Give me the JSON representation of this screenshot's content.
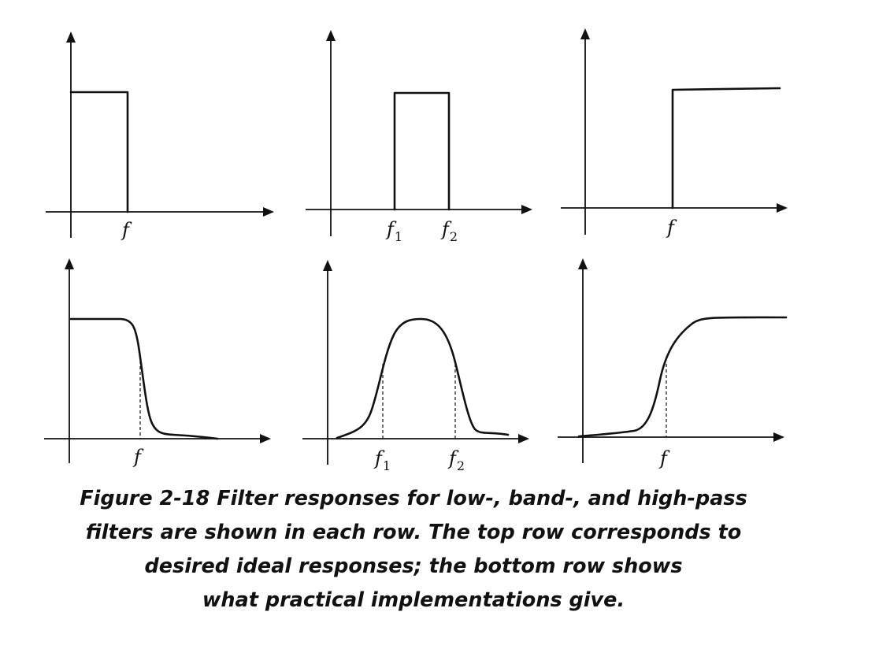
{
  "figure": {
    "panels": [
      {
        "id": "ideal-lowpass",
        "labels": [
          {
            "text": "f",
            "sub": ""
          }
        ]
      },
      {
        "id": "ideal-bandpass",
        "labels": [
          {
            "text": "f",
            "sub": "1"
          },
          {
            "text": "f",
            "sub": "2"
          }
        ]
      },
      {
        "id": "ideal-highpass",
        "labels": [
          {
            "text": "f",
            "sub": ""
          }
        ]
      },
      {
        "id": "practical-lowpass",
        "labels": [
          {
            "text": "f",
            "sub": ""
          }
        ]
      },
      {
        "id": "practical-bandpass",
        "labels": [
          {
            "text": "f",
            "sub": "1"
          },
          {
            "text": "f",
            "sub": "2"
          }
        ]
      },
      {
        "id": "practical-highpass",
        "labels": [
          {
            "text": "f",
            "sub": ""
          }
        ]
      }
    ]
  },
  "caption": {
    "line1": "Figure 2-18 Filter responses for low-, band-, and high-pass",
    "line2": "filters are shown in each row. The top row corresponds to",
    "line3": "desired ideal responses; the bottom row shows",
    "line4": "what practical implementations give."
  }
}
